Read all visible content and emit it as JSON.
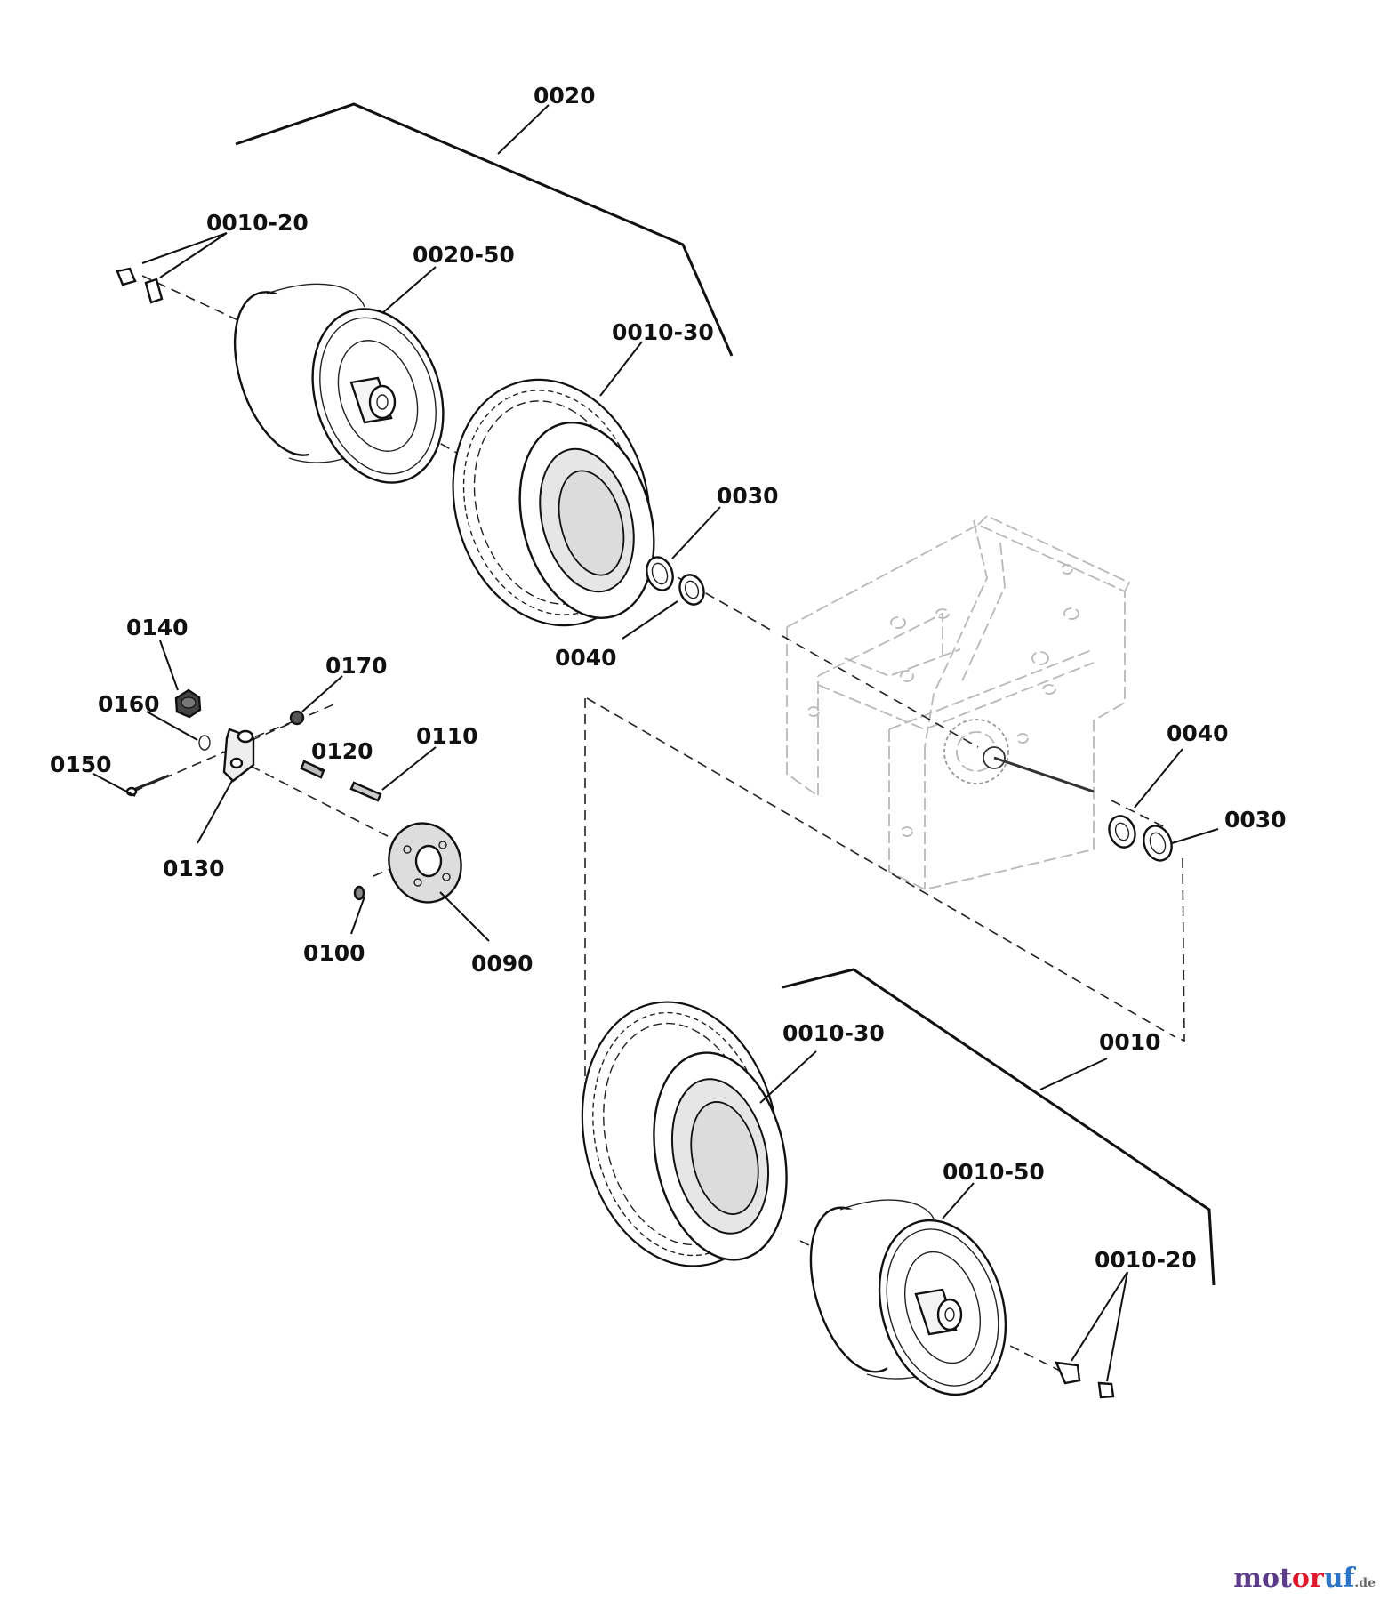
{
  "labels": {
    "assembly_upper": "0020",
    "assembly_lower": "0010",
    "valve_upper": "0010-20",
    "rim_upper": "0020-50",
    "tire_upper": "0010-30",
    "snap_ring_upper": "0030",
    "washer_upper": "0040",
    "p0140": "0140",
    "p0170": "0170",
    "p0160": "0160",
    "p0120": "0120",
    "p0110": "0110",
    "p0150": "0150",
    "p0130": "0130",
    "p0100": "0100",
    "p0090": "0090",
    "washer_right": "0040",
    "snap_ring_right": "0030",
    "tire_lower": "0010-30",
    "rim_lower": "0010-50",
    "valve_lower": "0010-20"
  },
  "watermark": {
    "part1": "mot",
    "part2": "or",
    "part3": "uf",
    "suffix": ".de"
  }
}
